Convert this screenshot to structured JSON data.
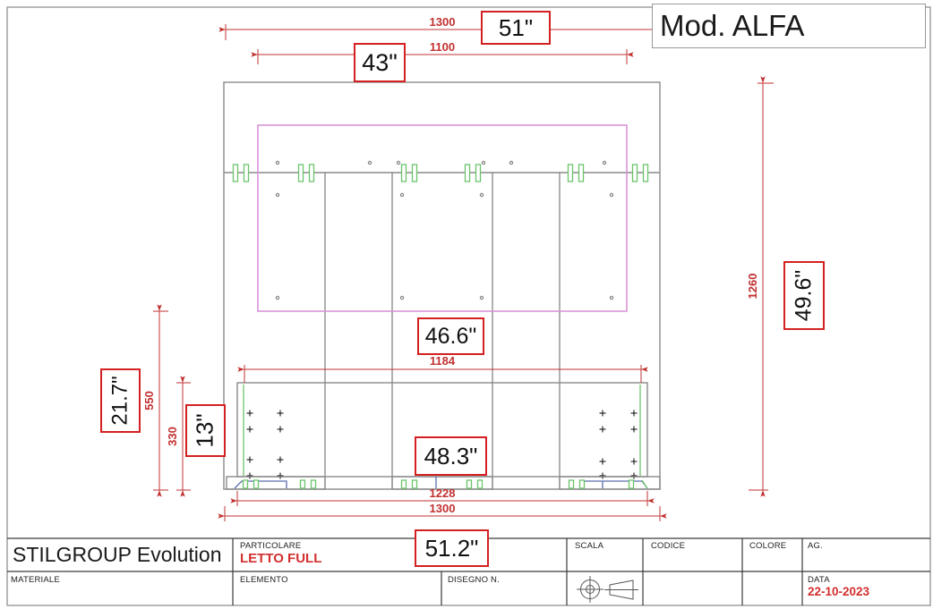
{
  "model_box": {
    "label": "Mod. ALFA"
  },
  "dims_mm": {
    "top_outer": "1300",
    "top_inner": "1100",
    "middle": "1184",
    "bottom_inner": "1228",
    "bottom_outer": "1300",
    "right_height": "1260",
    "left_height": "550",
    "left_base_height": "330"
  },
  "dims_inch": {
    "top_outer": "51\"",
    "top_inner": "43\"",
    "middle": "46.6\"",
    "bottom_inner": "48.3\"",
    "bottom_outer": "51.2\"",
    "right_height": "49.6\"",
    "left_height": "21.7\"",
    "left_base_height": "13\""
  },
  "title_block": {
    "company": "STILGROUP Evolution",
    "labels": {
      "particolare": "PARTICOLARE",
      "materiale": "MATERIALE",
      "elemento": "ELEMENTO",
      "disegno": "DISEGNO N.",
      "scala": "SCALA",
      "codice": "CODICE",
      "colore": "COLORE",
      "ag": "AG.",
      "data": "DATA"
    },
    "values": {
      "particolare": "LETTO FULL",
      "data": "22-10-2023"
    }
  },
  "colors": {
    "dimension_red": "#c23030",
    "callout_border_red": "#d42020",
    "panel_pink": "#d894d8",
    "hardware_green": "#6cc46c",
    "detail_blue": "#5b6dae",
    "drawing_gray": "#8a8a8a"
  }
}
